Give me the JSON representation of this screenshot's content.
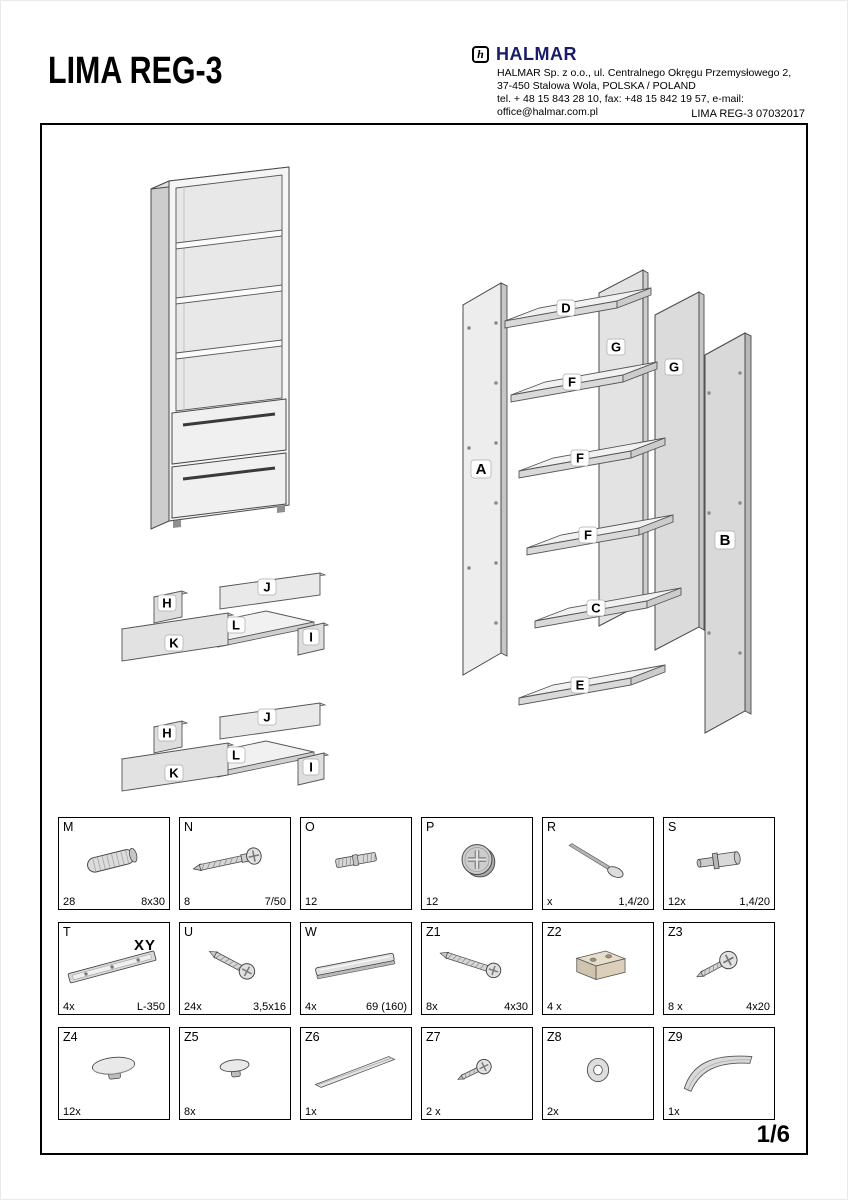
{
  "header": {
    "title": "LIMA REG-3",
    "brand": "HALMAR",
    "brand_icon": "h",
    "brand_color": "#1b1b6e",
    "address1": "HALMAR Sp. z o.o., ul. Centralnego Okręgu Przemysłowego 2,",
    "address2": "37-450 Stalowa Wola, POLSKA  / POLAND",
    "address3": "tel. + 48 15 843 28 10, fax: +48 15 842 19 57, e-mail: office@halmar.com.pl",
    "doc_ref": "LIMA REG-3 07032017"
  },
  "labels": {
    "A": "A",
    "B": "B",
    "C": "C",
    "D": "D",
    "E": "E",
    "F": "F",
    "G": "G",
    "H": "H",
    "I": "I",
    "J": "J",
    "K": "K",
    "L": "L"
  },
  "diagrams": {
    "exploded_part_labels": [
      "A",
      "B",
      "C",
      "D",
      "E",
      "F",
      "F",
      "F",
      "G",
      "G"
    ],
    "drawer_part_labels": [
      "H",
      "J",
      "K",
      "L",
      "I"
    ],
    "drawer_groups": 2
  },
  "parts": [
    [
      {
        "id": "M",
        "qty": "28",
        "size": "8x30",
        "icon": "dowel"
      },
      {
        "id": "N",
        "qty": "8",
        "size": "7/50",
        "icon": "confirmat-screw"
      },
      {
        "id": "O",
        "qty": "12",
        "size": "",
        "icon": "dowel-screw"
      },
      {
        "id": "P",
        "qty": "12",
        "size": "",
        "icon": "cam-lock"
      },
      {
        "id": "R",
        "qty": "x",
        "size": "1,4/20",
        "icon": "nail"
      },
      {
        "id": "S",
        "qty": "12x",
        "size": "1,4/20",
        "icon": "shelf-pin"
      }
    ],
    [
      {
        "id": "T",
        "qty": "4x",
        "size": "L-350",
        "note": "XY",
        "icon": "drawer-slide"
      },
      {
        "id": "U",
        "qty": "24x",
        "size": "3,5x16",
        "icon": "screw"
      },
      {
        "id": "W",
        "qty": "4x",
        "size": "69 (160)",
        "icon": "handle-rail"
      },
      {
        "id": "Z1",
        "qty": "8x",
        "size": "4x30",
        "icon": "screw"
      },
      {
        "id": "Z2",
        "qty": "4 x",
        "size": "",
        "icon": "connector-block"
      },
      {
        "id": "Z3",
        "qty": "8 x",
        "size": "4x20",
        "icon": "screw"
      }
    ],
    [
      {
        "id": "Z4",
        "qty": "12x",
        "size": "",
        "icon": "cover-cap"
      },
      {
        "id": "Z5",
        "qty": "8x",
        "size": "",
        "icon": "cover-cap"
      },
      {
        "id": "Z6",
        "qty": "1x",
        "size": "",
        "icon": "edge-profile"
      },
      {
        "id": "Z7",
        "qty": "2 x",
        "size": "",
        "icon": "screw"
      },
      {
        "id": "Z8",
        "qty": "2x",
        "size": "",
        "icon": "washer"
      },
      {
        "id": "Z9",
        "qty": "1x",
        "size": "",
        "icon": "flex-strip"
      }
    ]
  ],
  "footer": {
    "page": "1/6"
  }
}
